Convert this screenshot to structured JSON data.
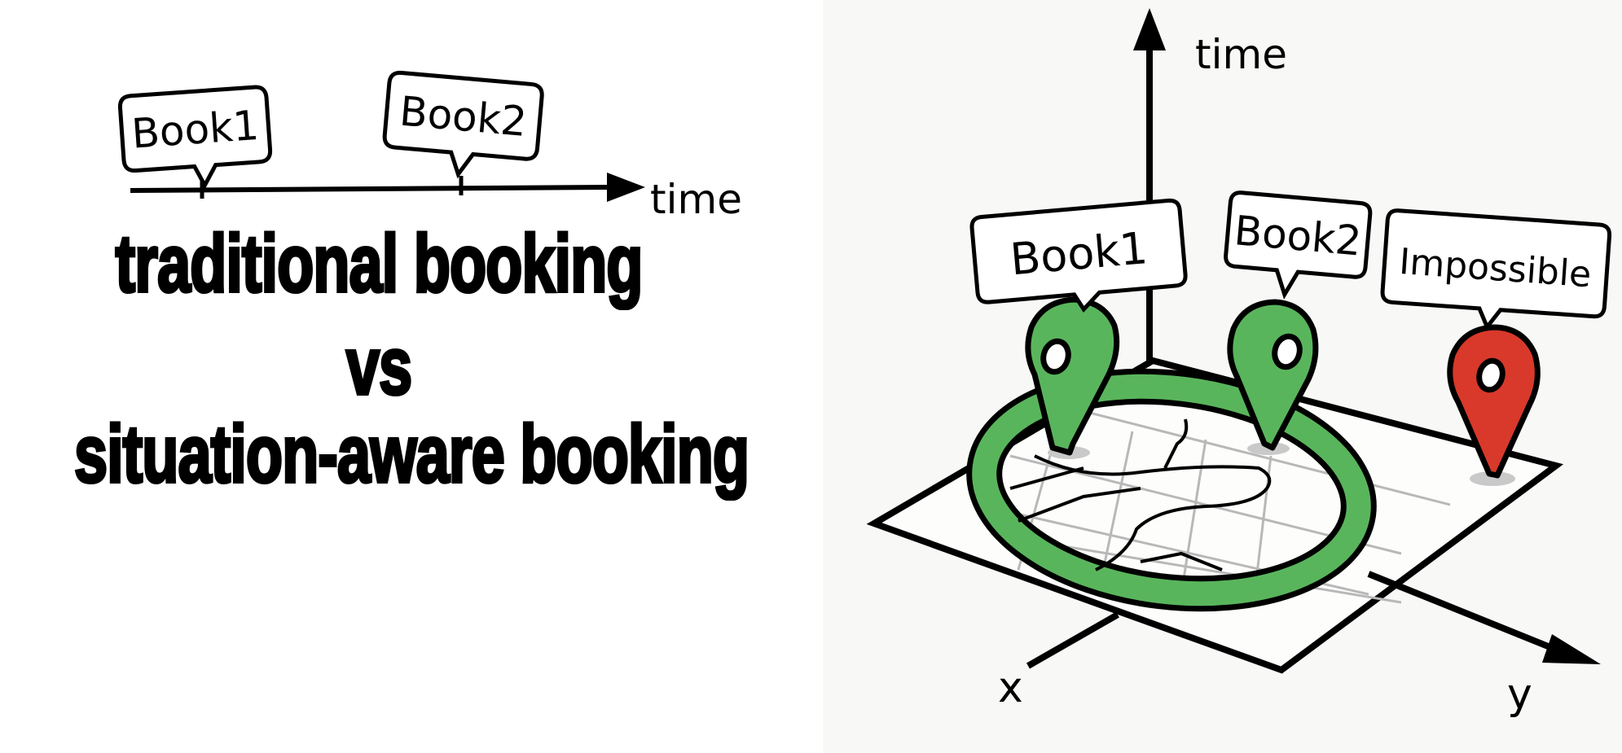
{
  "headline": {
    "line1": "traditional booking",
    "line2": "vs",
    "line3": "situation-aware booking"
  },
  "timeline": {
    "axis_label": "time",
    "bookings": [
      "Book1",
      "Book2"
    ]
  },
  "spacetime": {
    "axes": {
      "vertical": "time",
      "x": "x",
      "y": "y"
    },
    "bookings": [
      {
        "label": "Book1",
        "status": "possible"
      },
      {
        "label": "Book2",
        "status": "possible"
      },
      {
        "label": "Impossible",
        "status": "impossible"
      }
    ]
  },
  "colors": {
    "possible_pin": "#59b55c",
    "impossible_pin": "#d8392b",
    "ring": "#59b55c",
    "outline": "#000000",
    "background": "#f8f8f6"
  }
}
